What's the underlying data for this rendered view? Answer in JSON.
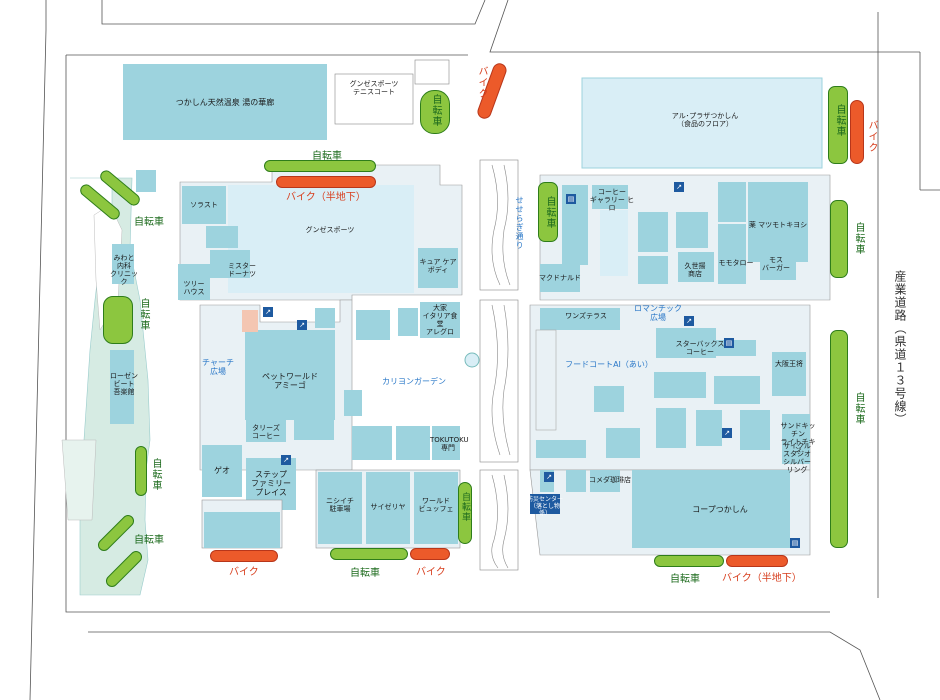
{
  "colors": {
    "building": "#9dd3de",
    "building_light": "#d9eef6",
    "floor": "#e9f1f5",
    "park_green": "#8cc63f",
    "motorbike_red": "#ec5a2a",
    "pedestrian": "#d6ebe3",
    "label_blue": "#2a78c8"
  },
  "labels": {
    "onsen": "つかしん天然温泉 湯の華廊",
    "gunze_tennis": "グンゼスポーツ\nテニスコート",
    "al_plaza": "アル･プラザつかしん\n（食品のフロア）",
    "sorasto": "ソラスト",
    "gunze_sports": "グンゼスポーツ",
    "mister_donut": "ミスター\nドーナツ",
    "cure_care": "キュア ケア\nボディ",
    "twee_house": "ツリー\nハウス",
    "miwa_clinic": "みわと\n内科\nクリニック",
    "rosen": "ローゼン\nビート\n吾楽館",
    "church_plaza": "チャーチ\n広場",
    "petworld": "ペットワールド\nアミーゴ",
    "daikoku": "大家\nイタリア食堂\nアレグロ",
    "kariyon": "カリヨンガーデン",
    "tullys": "タリーズ\nコーヒー",
    "geo": "ゲオ",
    "step_family": "ステップ\nファミリー\nプレイス",
    "nishiichi": "ニシイチ\n駐車場",
    "saizeriya": "サイゼリヤ",
    "world_buffet": "ワールド\nビュッフェ",
    "tokutoku": "TOKUTOKU\n専門",
    "seseragi": "せせらぎ通り",
    "mcdonalds": "マクドナルド",
    "coffee_gallery": "コーヒー\nギャラリー ヒロ",
    "matsumoto": "薬 マツモトキヨシ",
    "kumeya": "久世揚\n商店",
    "momotaro": "モモタロー",
    "mos": "モス\nバーガー",
    "wonz_terrace": "ワンズテラス",
    "romantic_plaza": "ロマンチック\n広場",
    "starbucks": "スターバックス\nコーヒー",
    "foodcourt": "フードコートAI（あい）",
    "taiyo": "大阪王将",
    "sandwich": "サンドキッチン\nライトチキン",
    "cycle_studio": "サイクル\nスタジオ\nシルバー\nリング",
    "komeda": "コメダ珈琲店",
    "bosai": "防災センター\n（落とし物係）",
    "coop": "コープつかしん",
    "sangyo_road": "産業道路（県道１３号線）"
  },
  "parking": {
    "bicycle": "自転車",
    "motorbike": "バイク",
    "motorbike_underground": "バイク（半地下）"
  }
}
